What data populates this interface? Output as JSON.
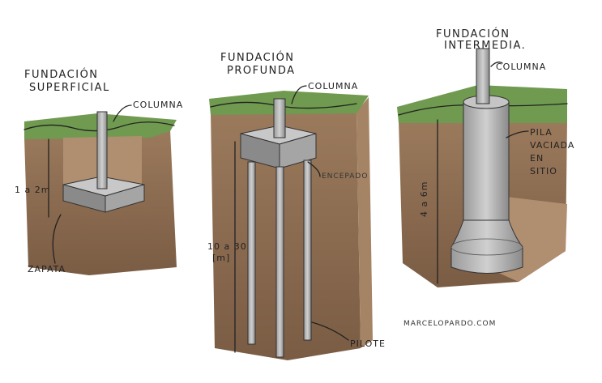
{
  "colors": {
    "soil": "#8b6a4f",
    "soil_dark": "#6d513c",
    "soil_light": "#b08e70",
    "grass": "#6f9a4f",
    "concrete": "#b9b9b9",
    "concrete_dark": "#8a8a8a",
    "ink": "#222222"
  },
  "shallow": {
    "title_line1": "FUNDACIÓN",
    "title_line2": "SUPERFICIAL",
    "column_label": "COLUMNA",
    "depth_label": "1 a 2m",
    "footing_label": "ZAPATA"
  },
  "deep": {
    "title_line1": "FUNDACIÓN",
    "title_line2": "PROFUNDA",
    "column_label": "COLUMNA",
    "cap_label": "ENCEPADO",
    "depth_line1": "10 a 30",
    "depth_line2": "[m]",
    "pile_label": "PILOTE"
  },
  "intermediate": {
    "title_line1": "FUNDACIÓN",
    "title_line2": "INTERMEDIA.",
    "column_label": "COLUMNA",
    "pile_line1": "PILA",
    "pile_line2": "VACIADA",
    "pile_line3": "EN",
    "pile_line4": "SITIO",
    "depth_label": "4 a 6m"
  },
  "credit": "MARCELOPARDO.COM"
}
